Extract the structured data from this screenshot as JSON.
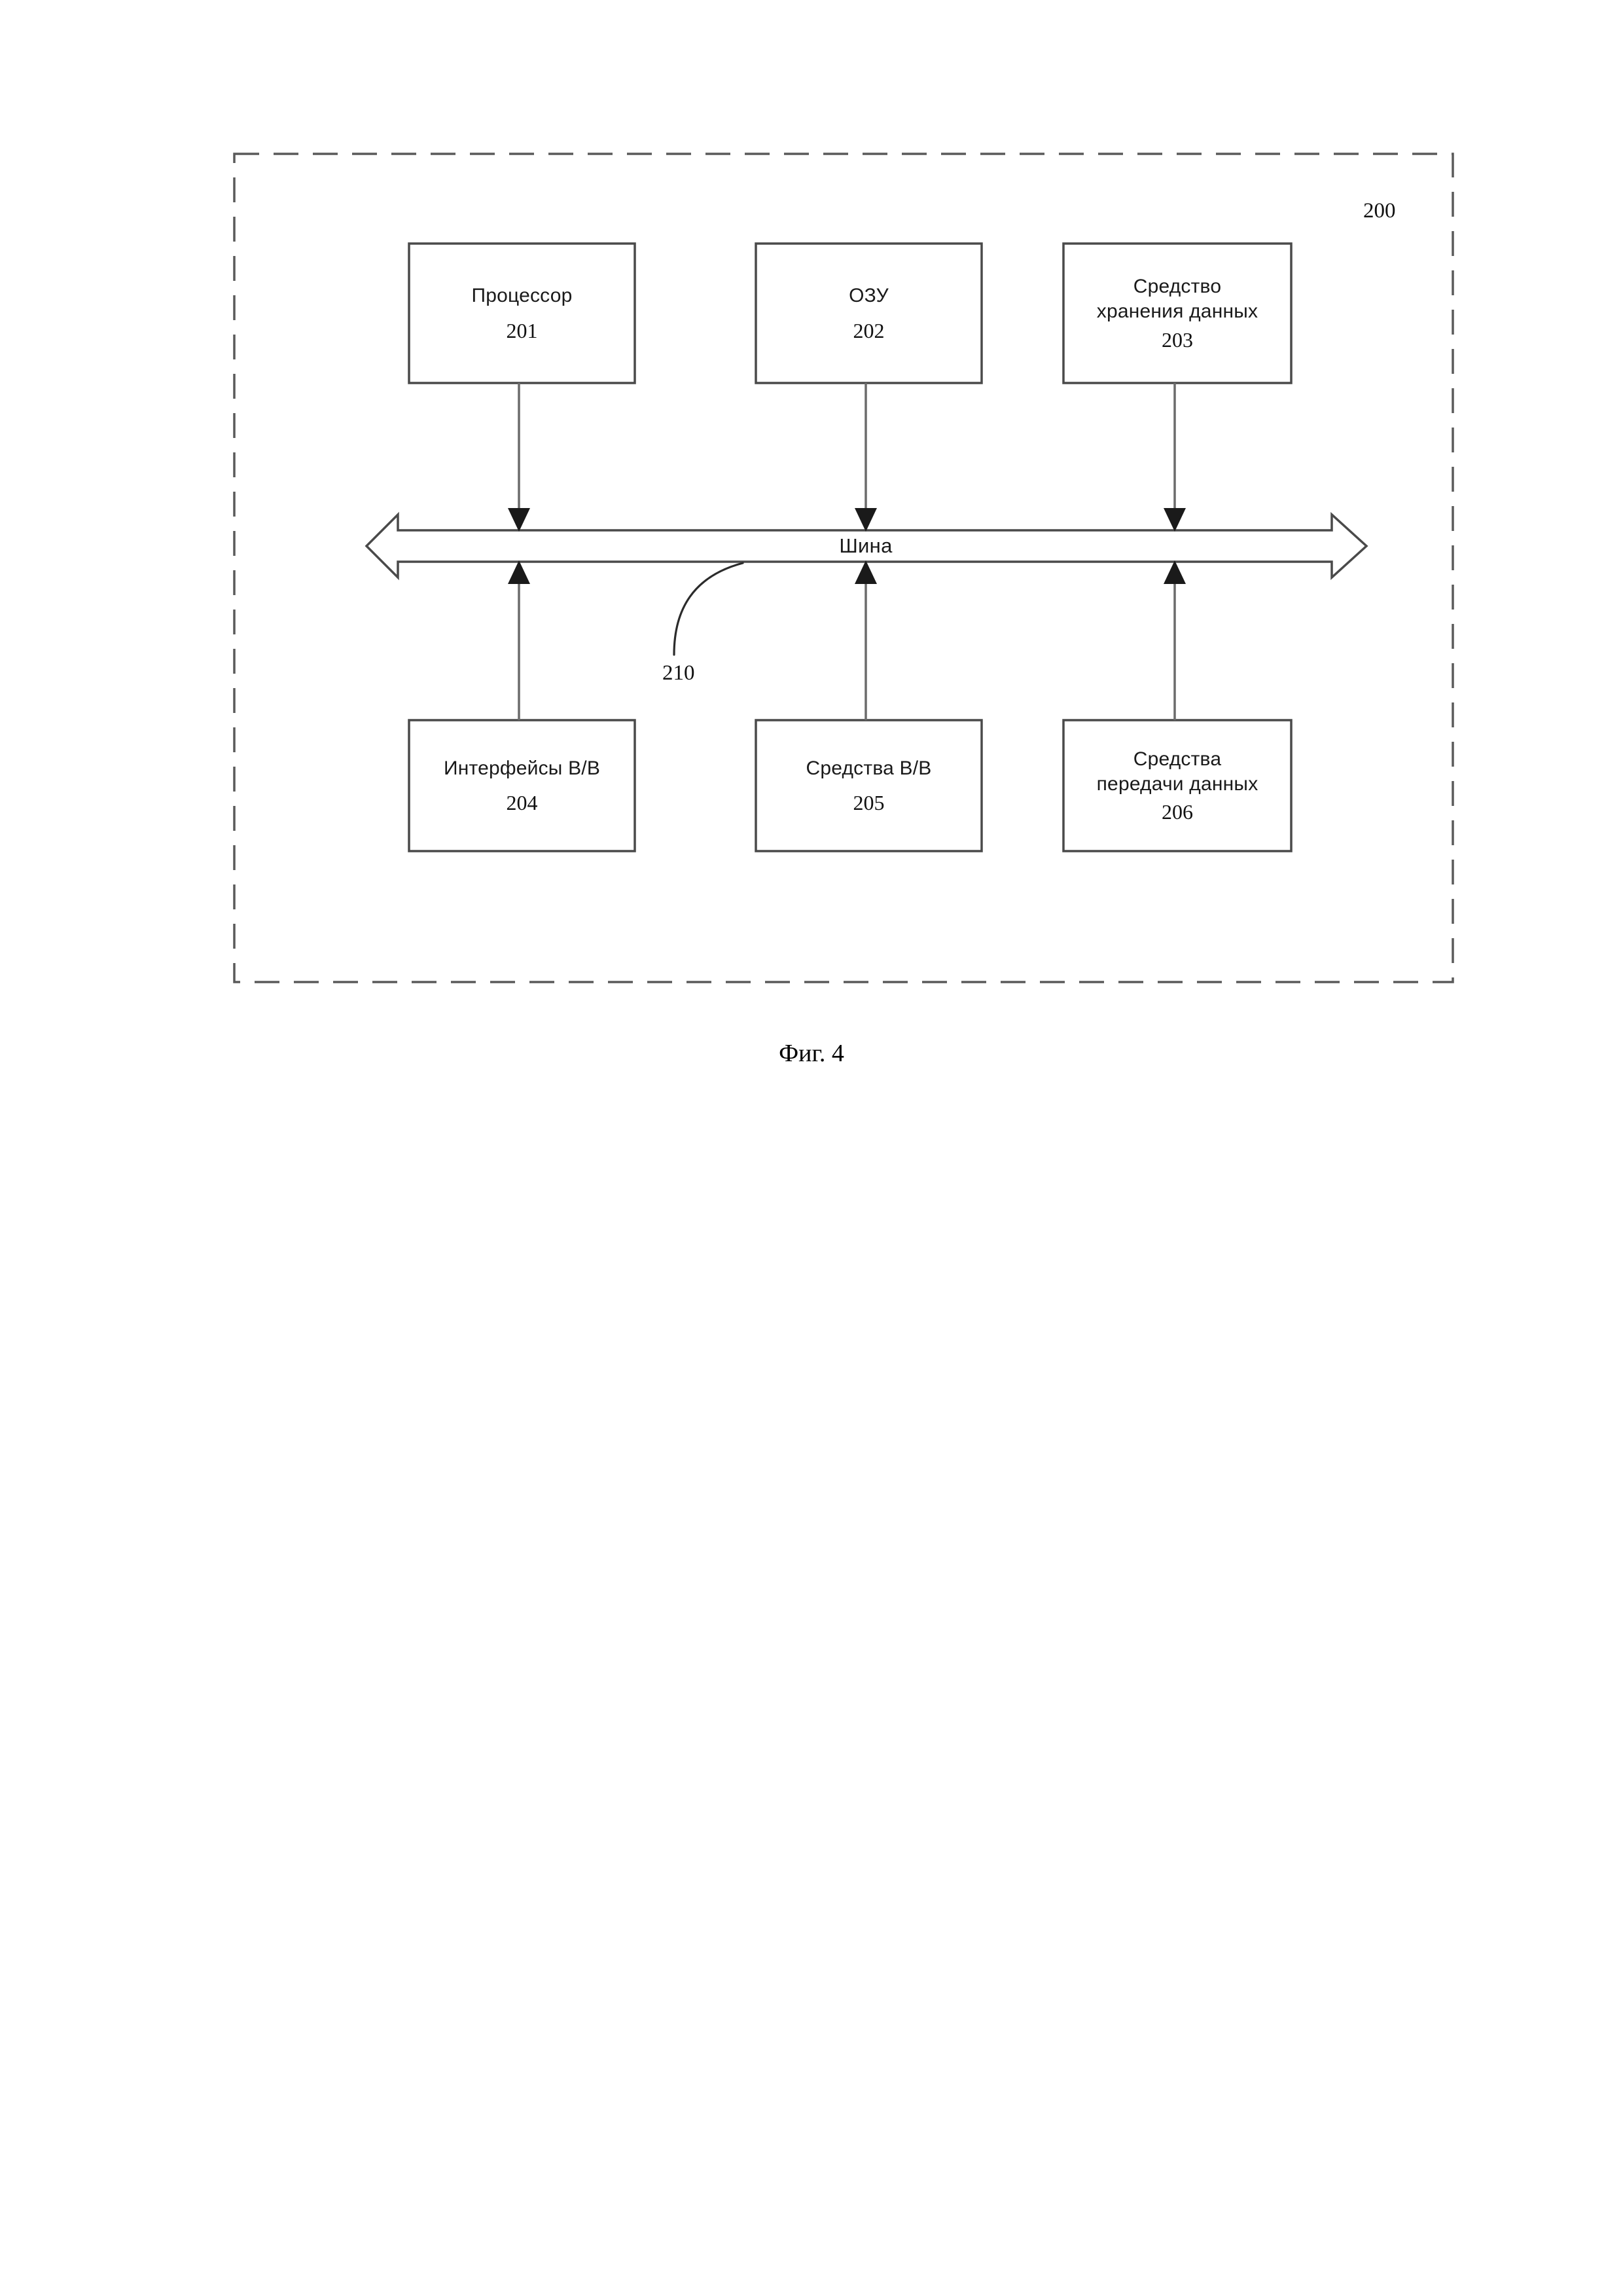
{
  "figure": {
    "caption": "Фиг. 4",
    "system_ref": "200",
    "boundary_style": "dashed"
  },
  "bus": {
    "label": "Шина",
    "ref": "210",
    "direction": "bidirectional"
  },
  "nodes": [
    {
      "id": "processor",
      "title": "Процессор",
      "ref": "201",
      "row": "top"
    },
    {
      "id": "ram",
      "title": "ОЗУ",
      "ref": "202",
      "row": "top"
    },
    {
      "id": "data-storage",
      "title": "Средство\nхранения данных",
      "ref": "203",
      "row": "top"
    },
    {
      "id": "io-interfaces",
      "title": "Интерфейсы В/В",
      "ref": "204",
      "row": "bottom"
    },
    {
      "id": "io-means",
      "title": "Средства В/В",
      "ref": "205",
      "row": "bottom"
    },
    {
      "id": "data-transfer",
      "title": "Средства\nпередачи данных",
      "ref": "206",
      "row": "bottom"
    }
  ],
  "colors": {
    "line": "#595959",
    "line_dark": "#3f3f3f",
    "text": "#1a1a1a",
    "background": "#ffffff"
  }
}
